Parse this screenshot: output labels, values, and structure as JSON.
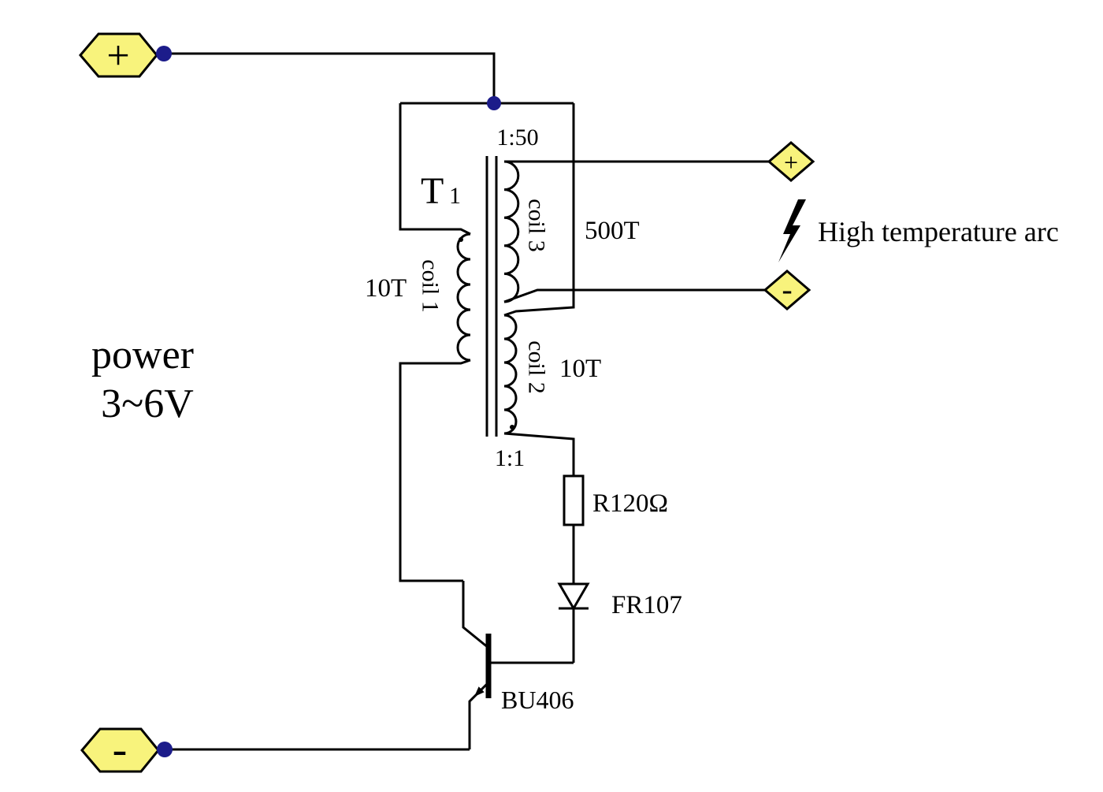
{
  "colors": {
    "wire": "#000000",
    "terminal_fill": "#f8f37c",
    "terminal_stroke": "#000000",
    "node_dot": "#1c1c8a",
    "background": "#ffffff",
    "text": "#000000"
  },
  "power": {
    "line1": "power",
    "line2": "3~6V"
  },
  "input_terminals": {
    "positive": "+",
    "negative": "-"
  },
  "transformer": {
    "designator": "T",
    "designator_sub": "1",
    "ratio_top": "1:50",
    "ratio_bottom": "1:1",
    "coil1_label": "coil 1",
    "coil1_turns": "10T",
    "coil2_label": "coil 2",
    "coil2_turns": "10T",
    "coil3_label": "coil 3",
    "coil3_turns": "500T"
  },
  "resistor_label": "R120Ω",
  "diode_label": "FR107",
  "transistor_label": "BU406",
  "output": {
    "positive": "+",
    "negative": "-",
    "description": "High temperature arc"
  }
}
